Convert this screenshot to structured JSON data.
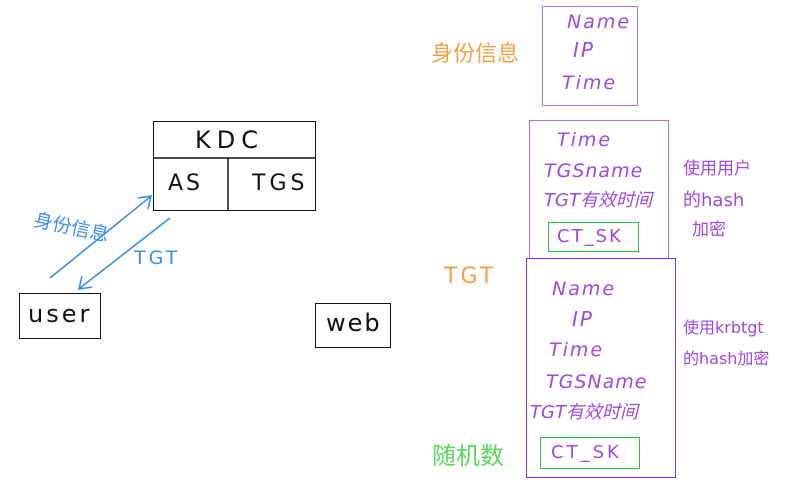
{
  "kdc": {
    "title": "KDC",
    "as": "AS",
    "tgs": "TGS"
  },
  "user": {
    "label": "user"
  },
  "web": {
    "label": "web"
  },
  "arrows": {
    "identity": "身份信息",
    "tgt": "TGT"
  },
  "identity_block": {
    "label": "身份信息",
    "fields": [
      "Name",
      "IP",
      "Time"
    ]
  },
  "tgt_label": "TGT",
  "upper_block": {
    "fields": [
      "Time",
      "TGSname",
      "TGT有效时间"
    ],
    "key": "CT_SK",
    "note_lines": [
      "使用用户",
      "的hash",
      "加密"
    ]
  },
  "lower_block": {
    "fields": [
      "Name",
      "IP",
      "Time",
      "TGSName",
      "TGT有效时间"
    ],
    "key": "CT_SK",
    "note_lines": [
      "使用krbtgt",
      "的hash加密"
    ]
  },
  "random_label": "随机数",
  "colors": {
    "black": "#111111",
    "blue": "#3a8ee6",
    "orange": "#f0a24a",
    "purple": "#9b49e0",
    "green": "#5cd65c"
  }
}
